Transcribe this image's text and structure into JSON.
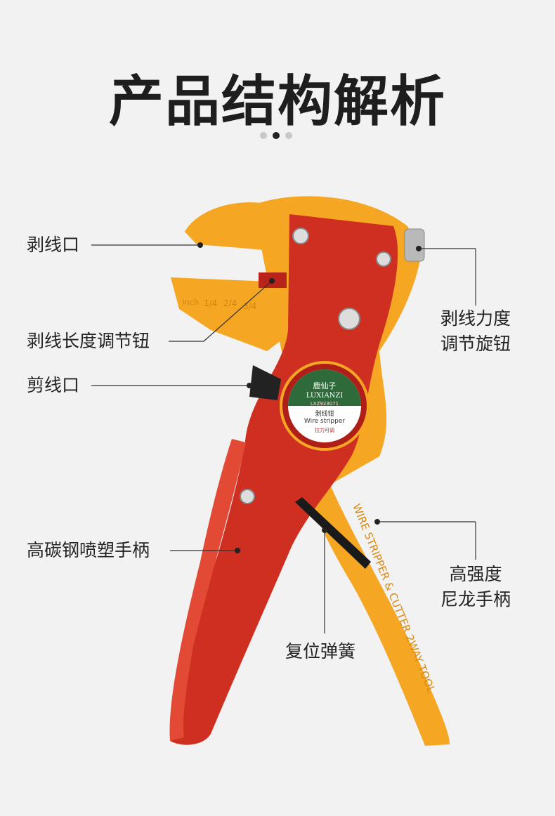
{
  "title": "产品结构解析",
  "pager": {
    "count": 3,
    "active": 1
  },
  "labels": {
    "strip_port": "剥线口",
    "length_knob": "剥线长度调节钮",
    "cut_port": "剪线口",
    "handle_red": "高碳钢喷塑手柄",
    "force_knob_line1": "剥线力度",
    "force_knob_line2": "调节旋钮",
    "handle_nylon_line1": "高强度",
    "handle_nylon_line2": "尼龙手柄",
    "spring": "复位弹簧"
  },
  "badge": {
    "brand_cn": "鹿仙子",
    "brand_en": "LUXIANZI",
    "model": "LXZ923071",
    "name_cn": "剥线钳",
    "name_en": "Wire stripper",
    "feature": "拉力可调"
  },
  "ruler": {
    "unit": "inch",
    "marks": [
      "1/4",
      "2/4",
      "3/4"
    ]
  },
  "handle_print": "WIRE STRIPPER & CUTTER 2WAY TOOL",
  "colors": {
    "red": "#cf2f21",
    "orange": "#f5a623",
    "background": "#f2f2f2"
  }
}
